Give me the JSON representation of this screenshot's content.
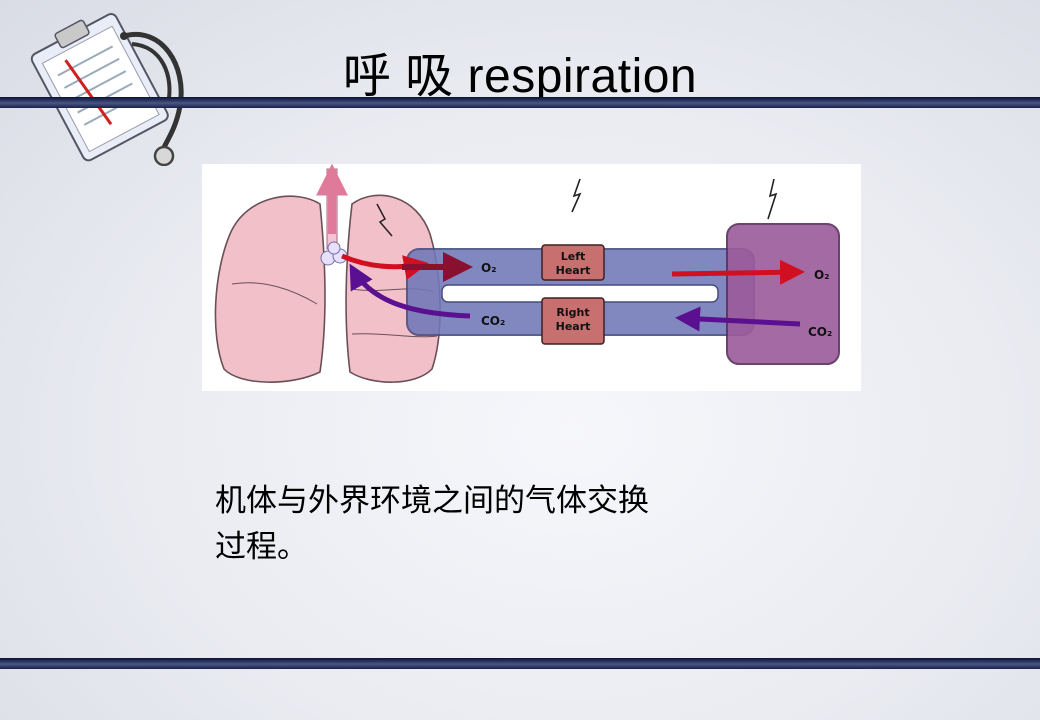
{
  "title": "呼 吸 respiration",
  "diagram": {
    "o2_left": "O₂",
    "co2_left": "CO₂",
    "left_heart_line1": "Left",
    "left_heart_line2": "Heart",
    "right_heart_line1": "Right",
    "right_heart_line2": "Heart",
    "o2_right": "O₂",
    "co2_right": "CO₂"
  },
  "body": {
    "line1": "机体与外界环境之间的气体交换",
    "line2": "过程。"
  },
  "colors": {
    "loop_blue": "#7078b8",
    "heart_box": "#c87070",
    "tissue_purple": "#9b5a9b",
    "lung_pink": "#f2c0c8",
    "o2_arrow_red": "#d01020",
    "co2_arrow_purple": "#5a1090"
  },
  "icons": [
    "clipboard-stethoscope-icon"
  ]
}
